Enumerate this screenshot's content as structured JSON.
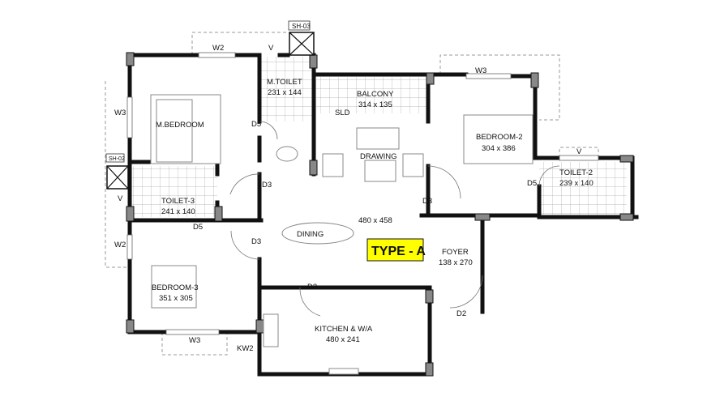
{
  "plan_type": "TYPE - A",
  "colors": {
    "highlight": "#ffff00",
    "wall": "#111111",
    "column": "#888888"
  },
  "rooms": {
    "m_bedroom": {
      "name": "M.BEDROOM"
    },
    "m_toilet": {
      "name": "M.TOILET",
      "size": "231 x 144"
    },
    "balcony": {
      "name": "BALCONY",
      "size": "314 x 135"
    },
    "drawing": {
      "name": "DRAWING"
    },
    "dining": {
      "name": "DINING",
      "size": "480 x 458"
    },
    "bedroom_2": {
      "name": "BEDROOM-2",
      "size": "304 x 386"
    },
    "toilet_2": {
      "name": "TOILET-2",
      "size": "239 x 140"
    },
    "toilet_3": {
      "name": "TOILET-3",
      "size": "241 x 140"
    },
    "bedroom_3": {
      "name": "BEDROOM-3",
      "size": "351 x 305"
    },
    "kitchen": {
      "name": "KITCHEN & W/A",
      "size": "480 x 241"
    },
    "foyer": {
      "name": "FOYER",
      "size": "138 x 270"
    }
  },
  "tags": {
    "sh03": "SH-03",
    "sh02": "SH-02",
    "w2_top": "W2",
    "v_top": "V",
    "w3_left": "W3",
    "v_left": "V",
    "w2_left": "W2",
    "w3_bed2": "W3",
    "v_toilet2": "V",
    "w3_bottom": "W3",
    "kw2": "KW2",
    "d5_mtoilet": "D5",
    "d5_toilet3": "D5",
    "d5_toilet2": "D5",
    "d3_mbed": "D3",
    "d3_bed2": "D3",
    "d3_bed3": "D3",
    "d3_kitchen": "D3",
    "d2": "D2",
    "sld": "SLD"
  }
}
